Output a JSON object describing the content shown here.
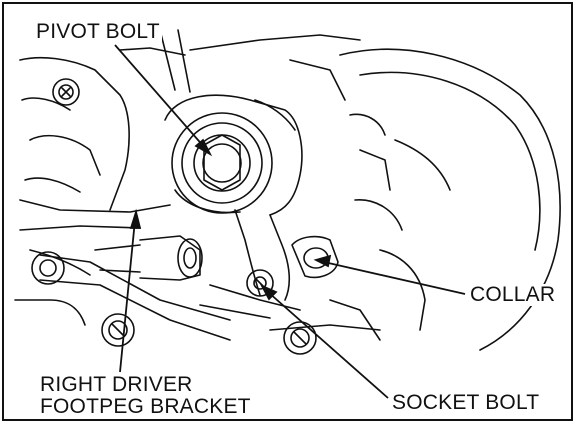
{
  "labels": {
    "pivot_bolt": "PIVOT BOLT",
    "collar": "COLLAR",
    "socket_bolt": "SOCKET BOLT",
    "right_driver_line1": "RIGHT DRIVER",
    "right_driver_line2": "FOOTPEG BRACKET"
  },
  "colors": {
    "ink": "#111111",
    "background": "#ffffff"
  }
}
